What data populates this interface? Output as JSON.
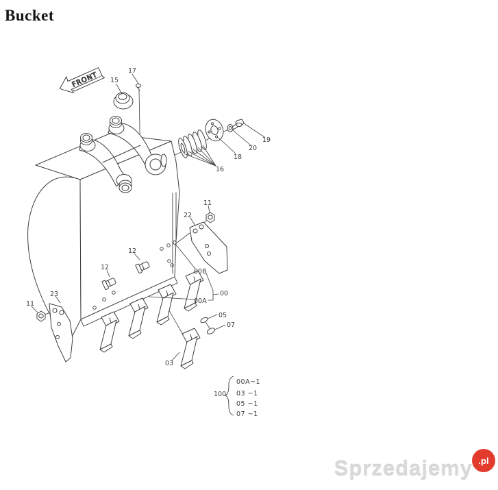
{
  "page": {
    "title": "Bucket",
    "background": "#ffffff"
  },
  "diagram": {
    "type": "exploded-parts-diagram",
    "front_label": "FRONT",
    "line_color": "#3d3d3d",
    "callouts": {
      "c15": "15",
      "c17": "17",
      "c16": "16",
      "c18": "18",
      "c20": "20",
      "c19": "19",
      "c11a": "11",
      "c22": "22",
      "c00b": "00B",
      "c00": "00",
      "c00a": "00A",
      "c12a": "12",
      "c12b": "12",
      "c23": "23",
      "c11b": "11",
      "c05": "05",
      "c07": "07",
      "c03": "03"
    },
    "legend": {
      "group": "100",
      "items": [
        "00A~1",
        "03 ~1",
        "05 ~1",
        "07 ~1"
      ]
    }
  },
  "watermark": {
    "text": "Sprzedajemy",
    "suffix": ".pl",
    "badge_color": "#e23b2e",
    "text_color": "#d9d9d9"
  }
}
